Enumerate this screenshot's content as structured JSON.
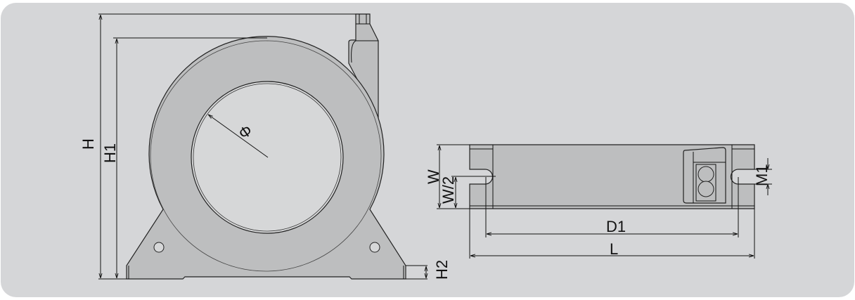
{
  "diagram": {
    "colors": {
      "panel": "#d5d6d8",
      "part": "#bdbebf",
      "hole": "#d6d7d8",
      "line": "#111111"
    },
    "front_view": {
      "labels": {
        "height": "H",
        "height1": "H1",
        "diameter": "Φ",
        "height2": "H2"
      }
    },
    "side_view": {
      "labels": {
        "width": "W",
        "half_width": "W/2",
        "mount_distance": "D1",
        "length": "L",
        "mount_hole": "M1"
      }
    }
  }
}
